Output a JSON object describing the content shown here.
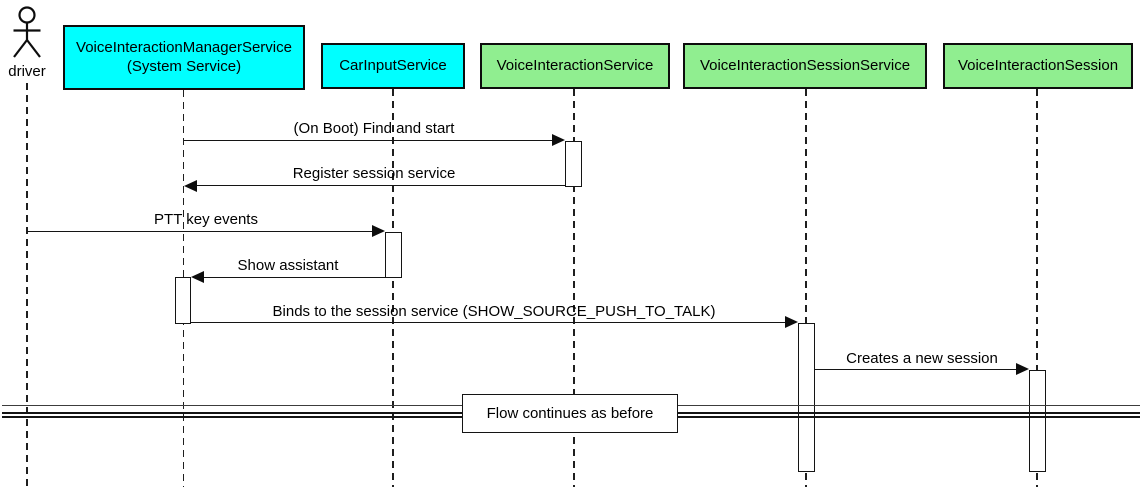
{
  "diagram_type": "uml-sequence",
  "actor": {
    "label": "driver"
  },
  "participants": [
    {
      "name": "VoiceInteractionManagerService (System Service)",
      "lines": [
        "VoiceInteractionManagerService",
        "(System Service)"
      ],
      "fill": "#00FFFF"
    },
    {
      "name": "CarInputService",
      "lines": [
        "CarInputService"
      ],
      "fill": "#00FFFF"
    },
    {
      "name": "VoiceInteractionService",
      "lines": [
        "VoiceInteractionService"
      ],
      "fill": "#90EE90"
    },
    {
      "name": "VoiceInteractionSessionService",
      "lines": [
        "VoiceInteractionSessionService"
      ],
      "fill": "#90EE90"
    },
    {
      "name": "VoiceInteractionSession",
      "lines": [
        "VoiceInteractionSession"
      ],
      "fill": "#90EE90"
    }
  ],
  "messages": [
    {
      "label": "(On Boot) Find and start",
      "from": "VoiceInteractionManagerService (System Service)",
      "to": "VoiceInteractionService",
      "direction": "right"
    },
    {
      "label": "Register session service",
      "from": "VoiceInteractionService",
      "to": "VoiceInteractionManagerService (System Service)",
      "direction": "left"
    },
    {
      "label": "PTT key events",
      "from": "driver",
      "to": "CarInputService",
      "direction": "right"
    },
    {
      "label": "Show assistant",
      "from": "CarInputService",
      "to": "VoiceInteractionManagerService (System Service)",
      "direction": "left"
    },
    {
      "label": "Binds to the session service (SHOW_SOURCE_PUSH_TO_TALK)",
      "from": "VoiceInteractionManagerService (System Service)",
      "to": "VoiceInteractionSessionService",
      "direction": "right"
    },
    {
      "label": "Creates a new session",
      "from": "VoiceInteractionSessionService",
      "to": "VoiceInteractionSession",
      "direction": "right"
    }
  ],
  "divider": {
    "label": "Flow continues as before"
  },
  "colors": {
    "participant_cyan": "#00FFFF",
    "participant_green": "#90EE90",
    "line": "#141414",
    "activation_fill": "#FFFFFF",
    "background": "#FFFFFF"
  }
}
